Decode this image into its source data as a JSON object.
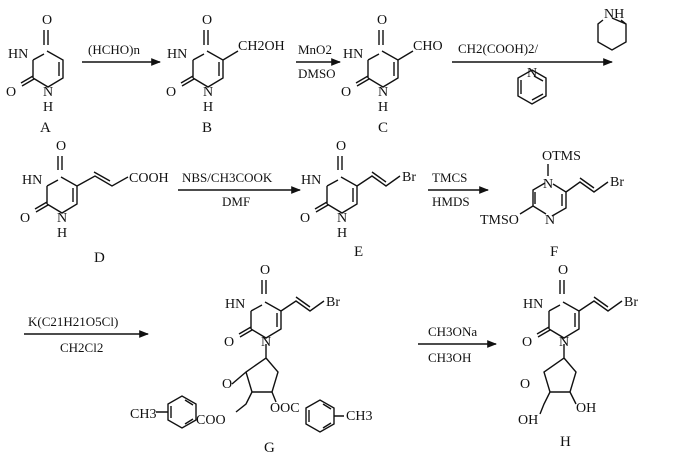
{
  "scheme": {
    "compounds": {
      "A": "A",
      "B": "B",
      "C": "C",
      "D": "D",
      "E": "E",
      "F": "F",
      "G": "G",
      "H": "H"
    },
    "atoms": {
      "O": "O",
      "HN": "HN",
      "N": "N",
      "H": "H",
      "CH2OH": "CH2OH",
      "CHO": "CHO",
      "COOH": "COOH",
      "Br": "Br",
      "OTMS": "OTMS",
      "TMSO": "TMSO",
      "OH": "OH",
      "OOC": "OOC",
      "COO": "COO",
      "CH3": "CH3",
      "NH": "NH"
    },
    "reagents": {
      "step1": "(HCHO)n",
      "step2_top": "MnO2",
      "step2_bottom": "DMSO",
      "step3": "CH2(COOH)2/",
      "step4_top": "NBS/CH3COOK",
      "step4_bottom": "DMF",
      "step5_top": "TMCS",
      "step5_bottom": "HMDS",
      "step6_top": "K(C21H21O5Cl)",
      "step6_bottom": "CH2Cl2",
      "step7_top": "CH3ONa",
      "step7_bottom": "CH3OH"
    }
  }
}
